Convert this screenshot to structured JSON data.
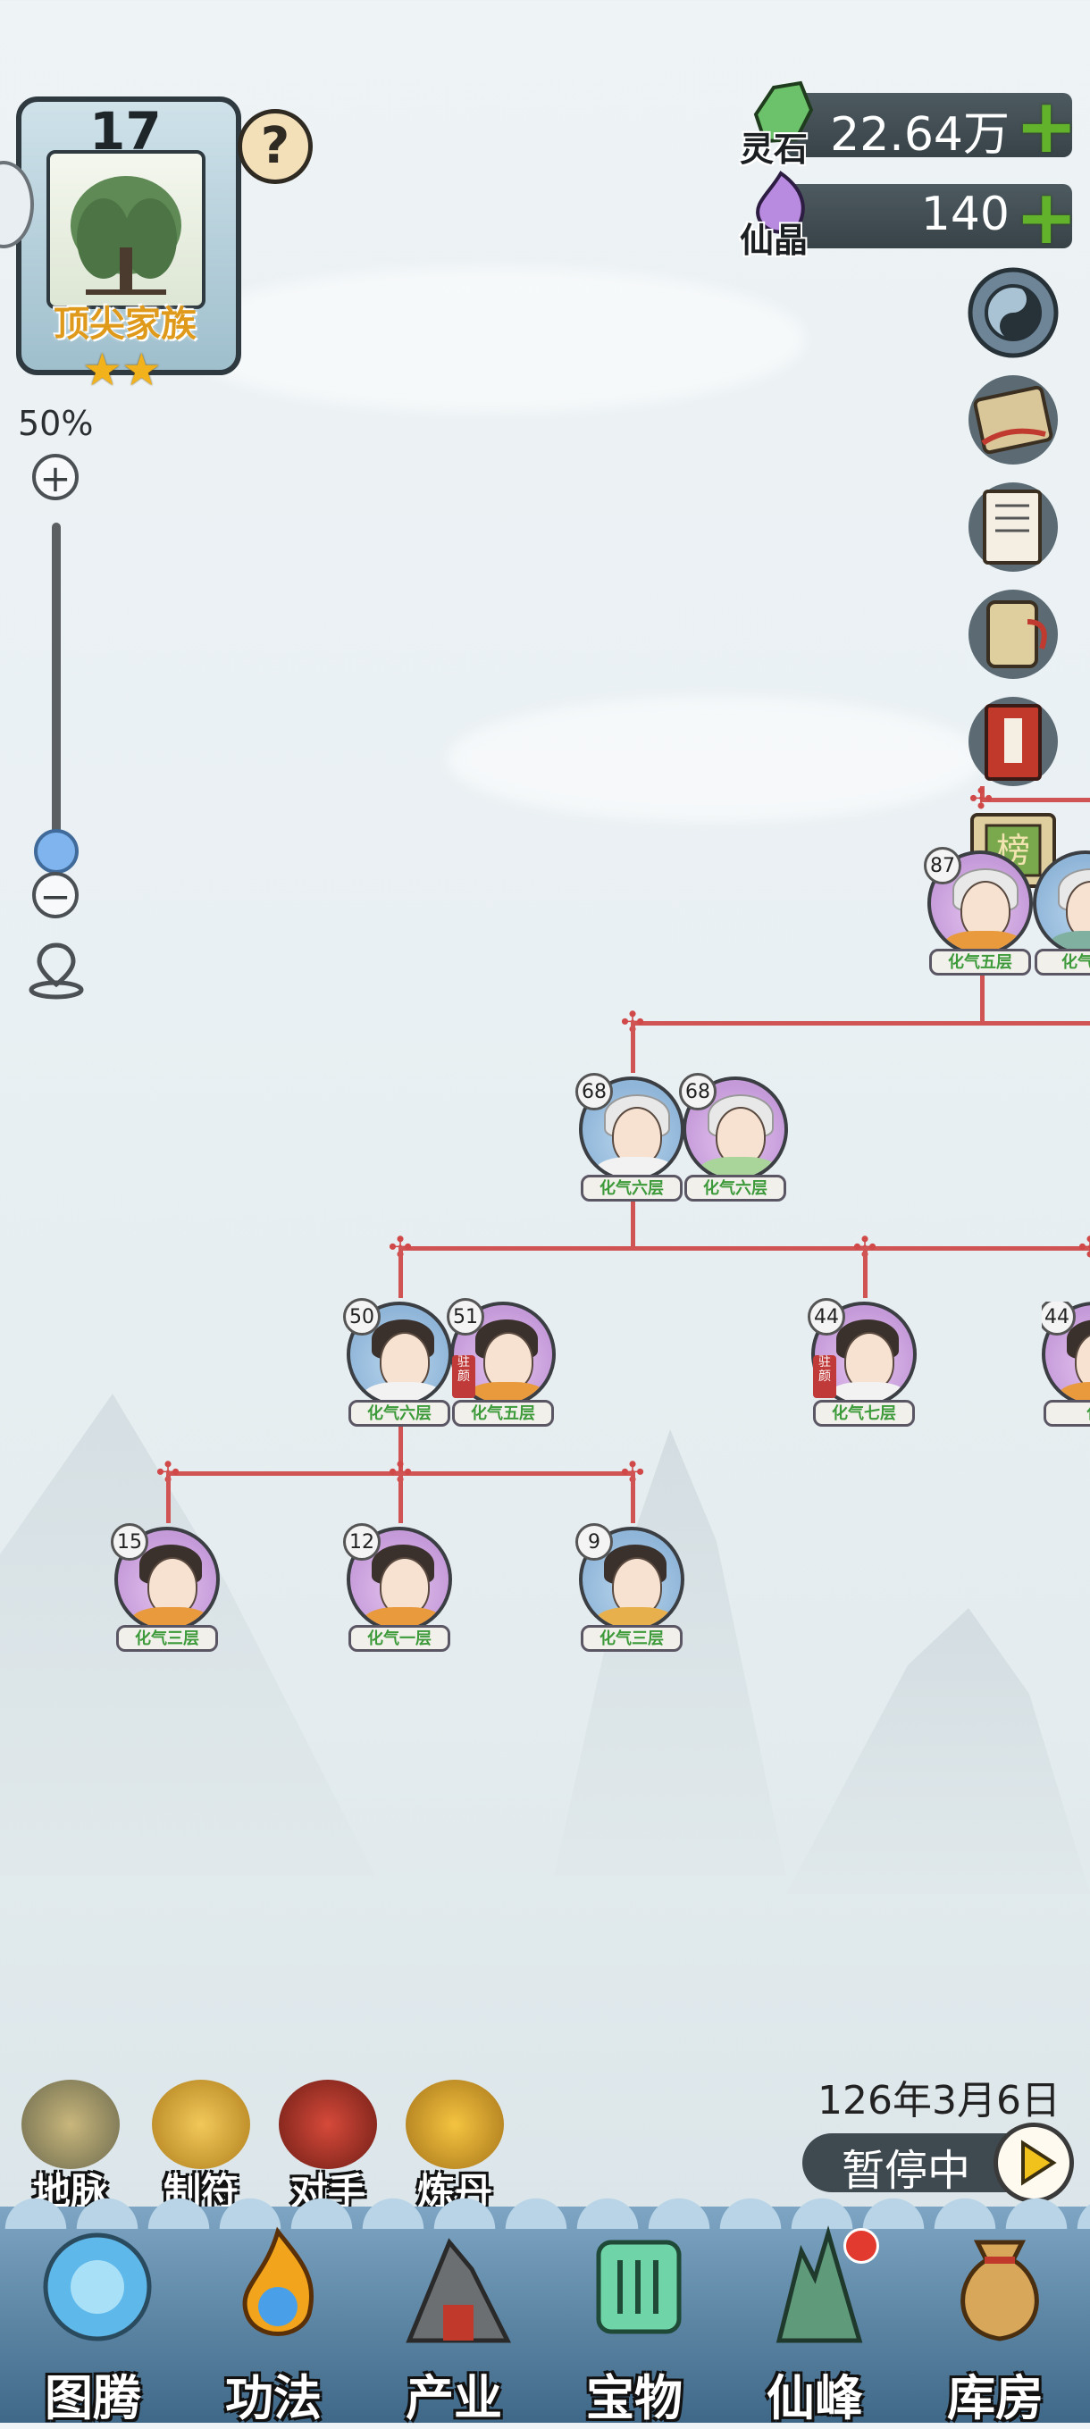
{
  "family": {
    "level": "17",
    "title": "顶尖家族",
    "stars": [
      "★",
      "★"
    ]
  },
  "help": {
    "label": "?"
  },
  "zoom": {
    "percent": "50%",
    "plus": "+",
    "minus": "−",
    "level": 0.05
  },
  "currencies": [
    {
      "name": "灵石",
      "value": "22.64万",
      "plus": "+"
    },
    {
      "name": "仙晶",
      "value": "140",
      "plus": "+"
    }
  ],
  "side_icons": [
    "settings-yin-yang-icon",
    "map-scroll-icon",
    "notes-paper-icon",
    "scroll-icon",
    "book-icon",
    "ranking-plaque-icon"
  ],
  "side_plaque_text": "榜",
  "tree": {
    "top": [
      {
        "age": "87",
        "rank": "化气五层"
      },
      {
        "age": "",
        "rank": "化气三"
      }
    ],
    "gen2": [
      {
        "age": "68",
        "rank": "化气六层"
      },
      {
        "age": "68",
        "rank": "化气六层"
      }
    ],
    "gen3": [
      {
        "age": "50",
        "rank": "化气六层"
      },
      {
        "age": "51",
        "rank": "化气五层",
        "seal": "驻颜"
      },
      {
        "age": "44",
        "rank": "化气七层",
        "seal": "驻颜"
      },
      {
        "age": "44",
        "rank": "化"
      }
    ],
    "gen4": [
      {
        "age": "15",
        "rank": "化气三层"
      },
      {
        "age": "12",
        "rank": "化气一层"
      },
      {
        "age": "9",
        "rank": "化气三层"
      }
    ]
  },
  "game_date": "126年3月6日",
  "pause_label": "暂停中",
  "actions": [
    {
      "label": "地脉"
    },
    {
      "label": "制符"
    },
    {
      "label": "对手"
    },
    {
      "label": "炼丹"
    }
  ],
  "tabs": [
    {
      "label": "图腾"
    },
    {
      "label": "功法"
    },
    {
      "label": "产业"
    },
    {
      "label": "宝物"
    },
    {
      "label": "仙峰"
    },
    {
      "label": "库房"
    }
  ],
  "colors": {
    "tree_line": "#d05454",
    "rank_text": "#3d9a3a",
    "plus": "#63b22c"
  }
}
